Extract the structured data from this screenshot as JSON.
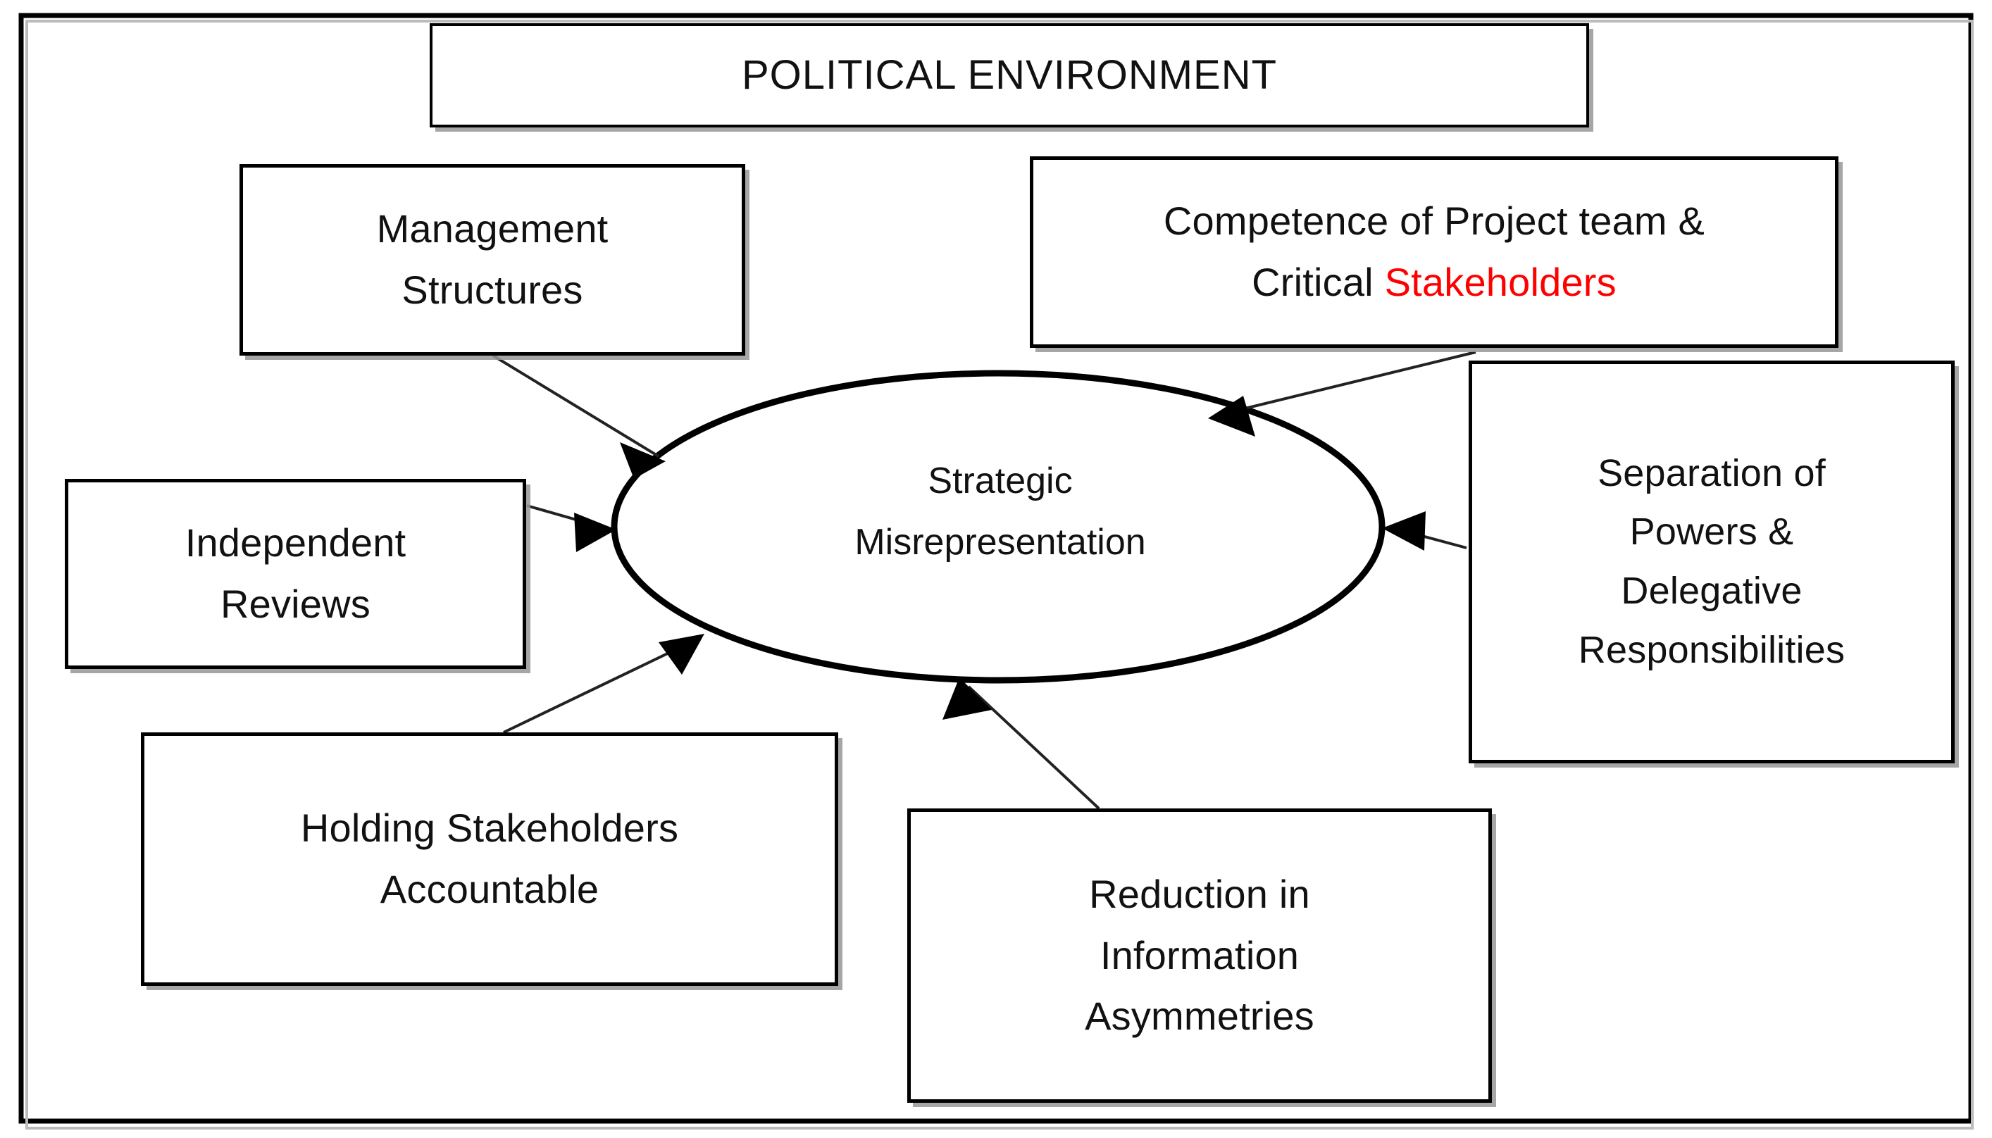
{
  "figure": {
    "frame_label": "outer-frame",
    "border_color": "#000000",
    "background": "#ffffff",
    "accent_color": "#ff0000"
  },
  "title": {
    "text": "POLITICAL ENVIRONMENT"
  },
  "center": {
    "shape": "ellipse",
    "line1": "Strategic",
    "line2": "Misrepresentation"
  },
  "nodes": [
    {
      "id": "management-structures",
      "lines": [
        "Management",
        "Structures"
      ],
      "position": "top-left"
    },
    {
      "id": "competence-of-project-team",
      "line1": "Competence of Project team &",
      "line2_prefix": "Critical ",
      "line2_accent": "Stakeholders",
      "position": "top-right"
    },
    {
      "id": "separation-of-powers",
      "lines": [
        "Separation of",
        "Powers &",
        "Delegative",
        "Responsibilities"
      ],
      "position": "right"
    },
    {
      "id": "independent-reviews",
      "lines": [
        "Independent",
        "Reviews"
      ],
      "position": "left"
    },
    {
      "id": "holding-stakeholders-accountable",
      "lines": [
        "Holding Stakeholders",
        "Accountable"
      ],
      "position": "bottom-left"
    },
    {
      "id": "reduction-in-information-asymmetries",
      "lines": [
        "Reduction in",
        "Information",
        "Asymmetries"
      ],
      "position": "bottom-center"
    }
  ],
  "connectors": [
    {
      "id": "management-structures-to-center",
      "from": "management-structures",
      "to": "center",
      "arrow": "to-center"
    },
    {
      "id": "competence-to-center",
      "from": "competence-of-project-team",
      "to": "center",
      "arrow": "to-center"
    },
    {
      "id": "separation-of-powers-to-center",
      "from": "separation-of-powers",
      "to": "center",
      "arrow": "to-center"
    },
    {
      "id": "independent-reviews-to-center",
      "from": "independent-reviews",
      "to": "center",
      "arrow": "to-center"
    },
    {
      "id": "holding-stakeholders-to-center",
      "from": "holding-stakeholders-accountable",
      "to": "center",
      "arrow": "to-center"
    },
    {
      "id": "reduction-information-to-center",
      "from": "reduction-in-information-asymmetries",
      "to": "center",
      "arrow": "to-center"
    }
  ]
}
